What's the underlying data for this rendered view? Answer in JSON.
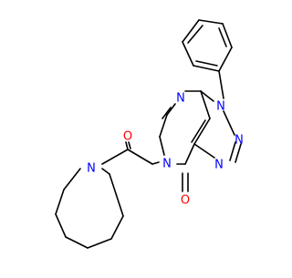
{
  "diagram": {
    "type": "chemical-structure",
    "colors": {
      "bond": "#000000",
      "nitrogen": "#0000ff",
      "oxygen": "#ff0000",
      "background": "#ffffff"
    },
    "atoms": {
      "n_azepane": "N",
      "o_amide": "O",
      "n6": "N",
      "n4": "N",
      "n3": "N",
      "n2": "N",
      "n1": "N",
      "o7": "O"
    }
  }
}
